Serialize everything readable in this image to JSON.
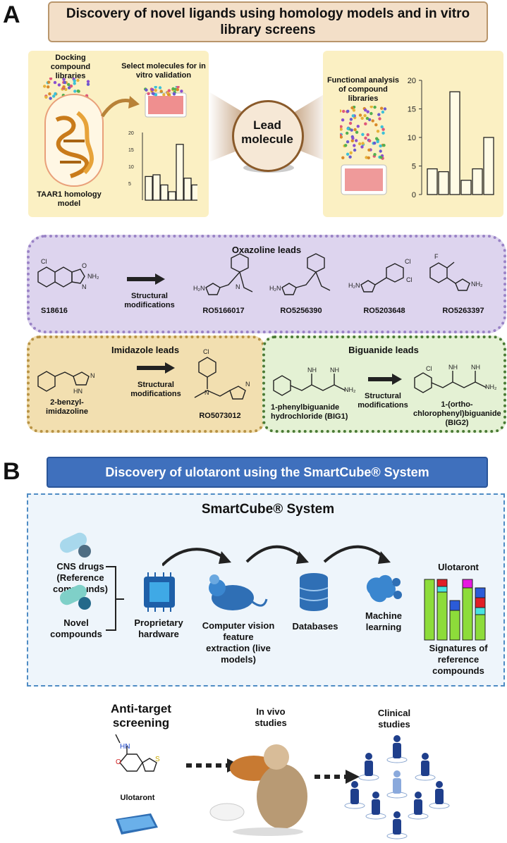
{
  "panels": {
    "a": "A",
    "b": "B"
  },
  "section_a": {
    "title": "Discovery of novel ligands using homology models and in vitro library screens",
    "docking_label": "Docking compound libraries",
    "select_label": "Select molecules for in vitro validation",
    "homology_label": "TAAR1 homology model",
    "lead_label": "Lead molecule",
    "functional_label": "Functional analysis of compound libraries",
    "left_chart": {
      "ticks": [
        "20",
        "15",
        "10",
        "5"
      ],
      "values": [
        7,
        7.5,
        4.5,
        2.5,
        16.5,
        6.5,
        4.5
      ],
      "ylim": [
        0,
        20
      ]
    },
    "right_chart": {
      "ticks": [
        "20",
        "15",
        "10",
        "5",
        "0"
      ],
      "values": [
        4.5,
        4,
        18,
        2.5,
        4.5,
        10
      ],
      "ylim": [
        0,
        20
      ]
    }
  },
  "oxazoline": {
    "title": "Oxazoline leads",
    "start": "S18616",
    "arrow_label": "Structural modifications",
    "compounds": [
      "RO5166017",
      "RO5256390",
      "RO5203648",
      "RO5263397"
    ]
  },
  "imidazole": {
    "title": "Imidazole leads",
    "start": "2-benzyl-imidazoline",
    "arrow_label": "Structural modifications",
    "product": "RO5073012"
  },
  "biguanide": {
    "title": "Biguanide leads",
    "start": "1-phenylbiguanide hydrochloride (BIG1)",
    "arrow_label": "Structural modifications",
    "product": "1-(ortho-chlorophenyl)biguanide (BIG2)"
  },
  "section_b": {
    "title": "Discovery of ulotaront using the SmartCube® System",
    "smartcube_title": "SmartCube® System",
    "cns_label": "CNS drugs (Reference compounds)",
    "novel_label": "Novel compounds",
    "hardware_label": "Proprietary hardware",
    "vision_label": "Computer vision feature extraction (live models)",
    "databases_label": "Databases",
    "ml_label": "Machine learning",
    "ulotaront_label": "Ulotaront",
    "signatures_label": "Signatures of reference compounds",
    "anti_target_label": "Anti-target screening",
    "ulotaront_mol_label": "Ulotaront",
    "invivo_label": "In vivo studies",
    "clinical_label": "Clinical studies"
  },
  "colors": {
    "green": "#8ddc3a",
    "red": "#e01f26",
    "cyan": "#48e3e0",
    "blue": "#2b5bd8",
    "magenta": "#e619e0"
  }
}
